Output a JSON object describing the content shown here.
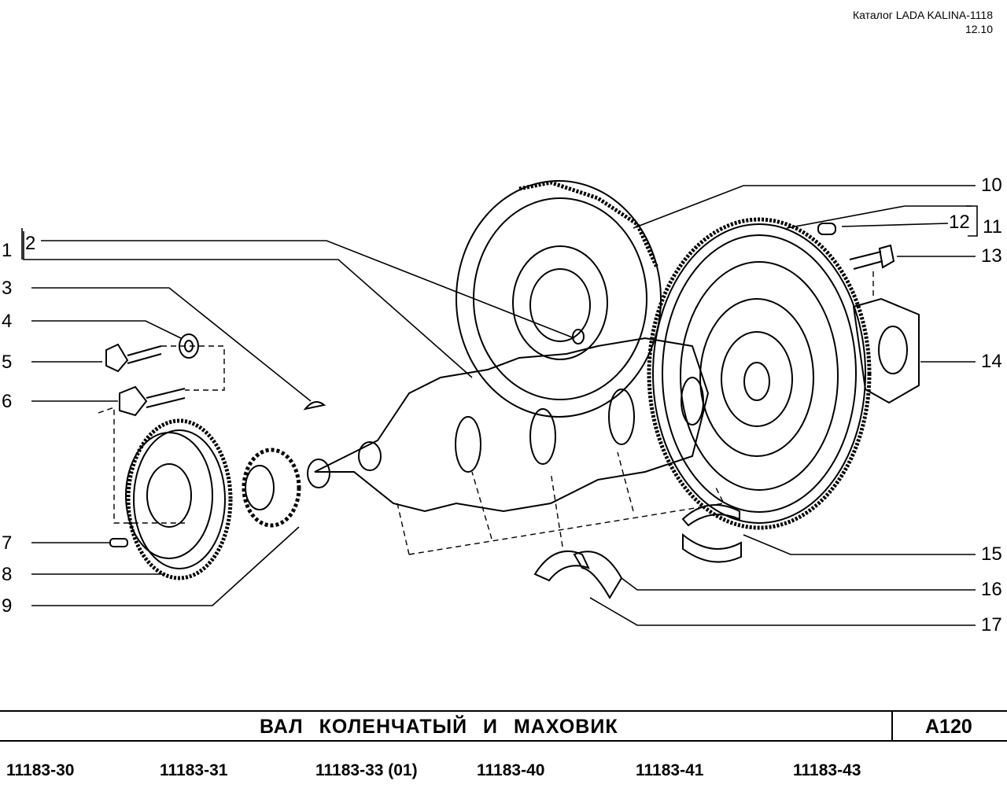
{
  "header": {
    "catalog": "Каталог LADA KALINA-1118",
    "date": "12.10"
  },
  "callouts": [
    "1",
    "2",
    "3",
    "4",
    "5",
    "6",
    "7",
    "8",
    "9",
    "10",
    "11",
    "12",
    "13",
    "14",
    "15",
    "16",
    "17"
  ],
  "title": {
    "text": "ВАЛ КОЛЕНЧАТЫЙ И МАХОВИК",
    "code": "А120"
  },
  "applicability": [
    "11183-30",
    "11183-31",
    "11183-33 (01)",
    "11183-40",
    "11183-41",
    "11183-43"
  ]
}
